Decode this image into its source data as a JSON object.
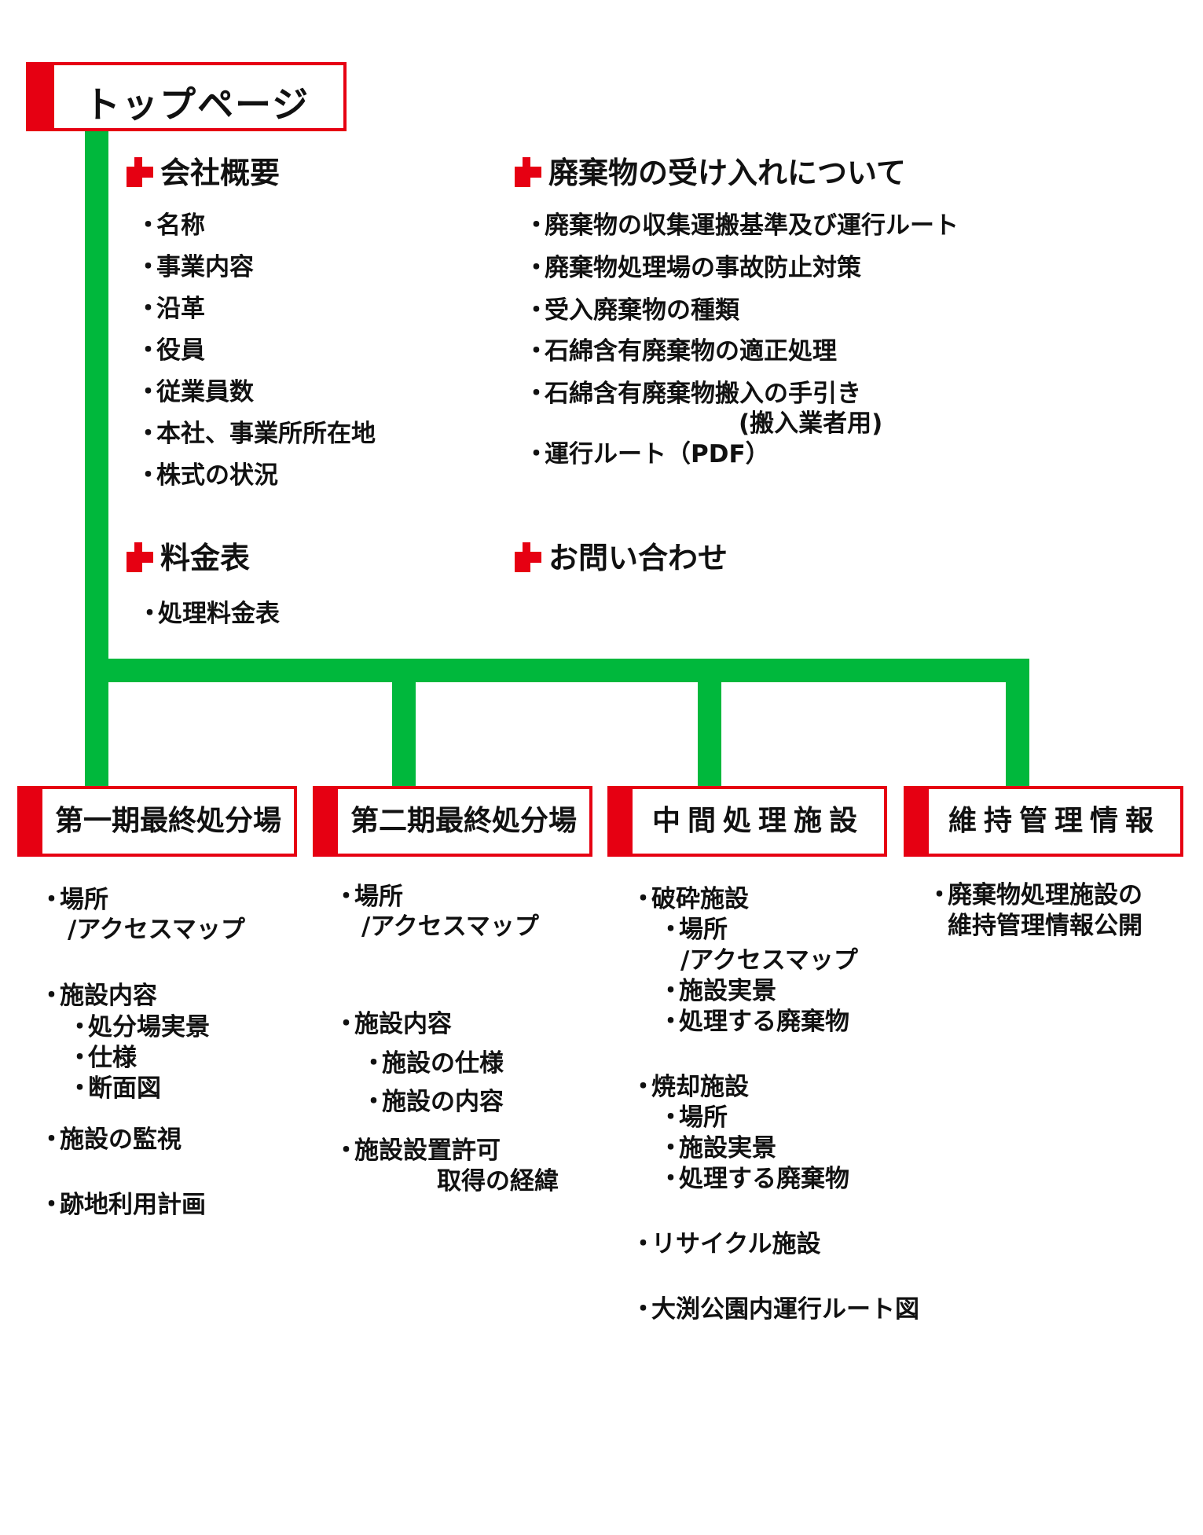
{
  "top": {
    "label": "トップページ"
  },
  "sections": {
    "company": {
      "title": "会社概要",
      "items": [
        "名称",
        "事業内容",
        "沿革",
        "役員",
        "従業員数",
        "本社、事業所所在地",
        "株式の状況"
      ]
    },
    "waste": {
      "title": "廃棄物の受け入れについて",
      "items": [
        "廃棄物の収集運搬基準及び運行ルート",
        "廃棄物処理場の事故防止対策",
        "受入廃棄物の種類",
        "石綿含有廃棄物の適正処理",
        "石綿含有廃棄物搬入の手引き",
        "(搬入業者用)",
        "運行ルート（PDF）"
      ]
    },
    "fees": {
      "title": "料金表",
      "items": [
        "処理料金表"
      ]
    },
    "contact": {
      "title": "お問い合わせ"
    }
  },
  "boxes": [
    {
      "label": "第一期最終処分場",
      "items": [
        "場所",
        "/アクセスマップ",
        "施設内容",
        "処分場実景",
        "仕様",
        "断面図",
        "施設の監視",
        "跡地利用計画"
      ]
    },
    {
      "label": "第二期最終処分場",
      "items": [
        "場所",
        "/アクセスマップ",
        "施設内容",
        "施設の仕様",
        "施設の内容",
        "施設設置許可",
        "取得の経緯"
      ]
    },
    {
      "label": "中間処理施設",
      "items": [
        "破砕施設",
        "場所",
        "/アクセスマップ",
        "施設実景",
        "処理する廃棄物",
        "焼却施設",
        "場所",
        "施設実景",
        "処理する廃棄物",
        "リサイクル施設",
        "大渕公園内運行ルート図"
      ]
    },
    {
      "label": "維持管理情報",
      "items": [
        "廃棄物処理施設の",
        "維持管理情報公開"
      ]
    }
  ],
  "colors": {
    "accent": "#e60012",
    "line": "#00b83c",
    "text": "#111111"
  },
  "icons": {
    "bullet": "・",
    "section-mark": "red-stepped-marker-icon"
  }
}
